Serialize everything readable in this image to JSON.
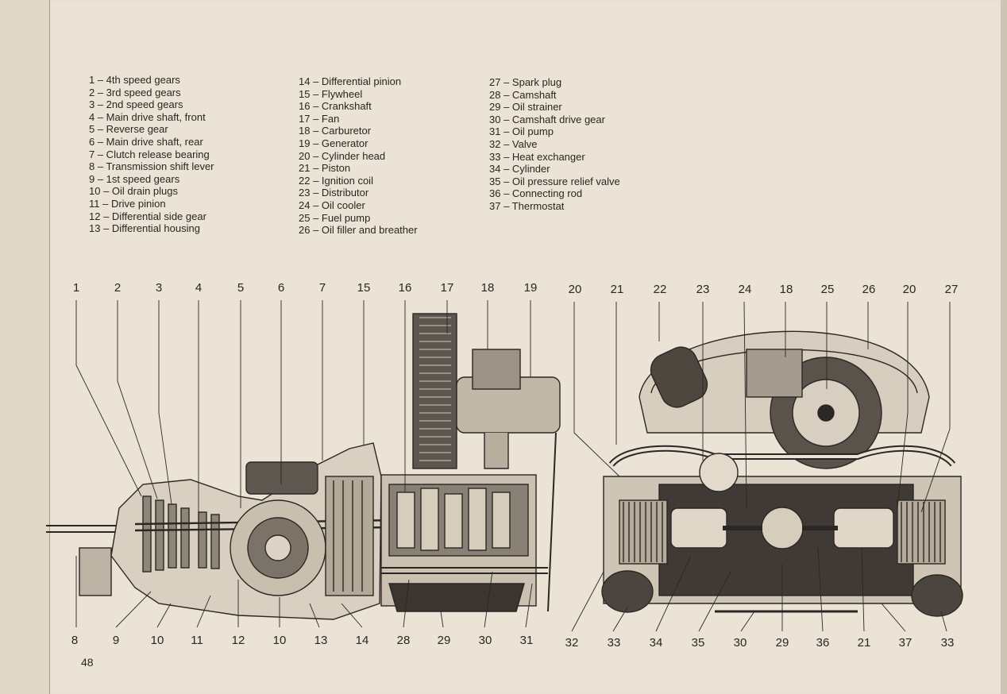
{
  "legend": [
    "1 – 4th speed gears",
    "2 – 3rd speed gears",
    "3 – 2nd speed gears",
    "4 – Main drive shaft, front",
    "5 – Reverse gear",
    "6 – Main drive shaft, rear",
    "7 – Clutch release bearing",
    "8 – Transmission shift lever",
    "9 – 1st speed gears",
    "10 – Oil drain plugs",
    "11 – Drive pinion",
    "12 – Differential side gear",
    "13 – Differential housing",
    "14 – Differential pinion",
    "15 – Flywheel",
    "16 – Crankshaft",
    "17 – Fan",
    "18 – Carburetor",
    "19 – Generator",
    "20 – Cylinder head",
    "21 – Piston",
    "22 – Ignition coil",
    "23 – Distributor",
    "24 – Oil cooler",
    "25 – Fuel pump",
    "26 – Oil filler and breather",
    "27 – Spark plug",
    "28 – Camshaft",
    "29 – Oil strainer",
    "30 – Camshaft drive gear",
    "31 – Oil pump",
    "32 – Valve",
    "33 – Heat exchanger",
    "34 – Cylinder",
    "35 – Oil pressure relief valve",
    "36 – Connecting rod",
    "37 – Thermostat"
  ],
  "callouts_top_side": [
    "1",
    "2",
    "3",
    "4",
    "5",
    "6",
    "7",
    "15",
    "16",
    "17",
    "18",
    "19"
  ],
  "callouts_bottom_side": [
    "8",
    "9",
    "10",
    "11",
    "12",
    "10",
    "13",
    "14",
    "28",
    "29",
    "30",
    "31"
  ],
  "callouts_top_front": [
    "20",
    "21",
    "22",
    "23",
    "24",
    "18",
    "25",
    "26",
    "20",
    "27"
  ],
  "callouts_bottom_front": [
    "32",
    "33",
    "34",
    "35",
    "30",
    "29",
    "36",
    "21",
    "37",
    "33"
  ],
  "page_number": "48"
}
